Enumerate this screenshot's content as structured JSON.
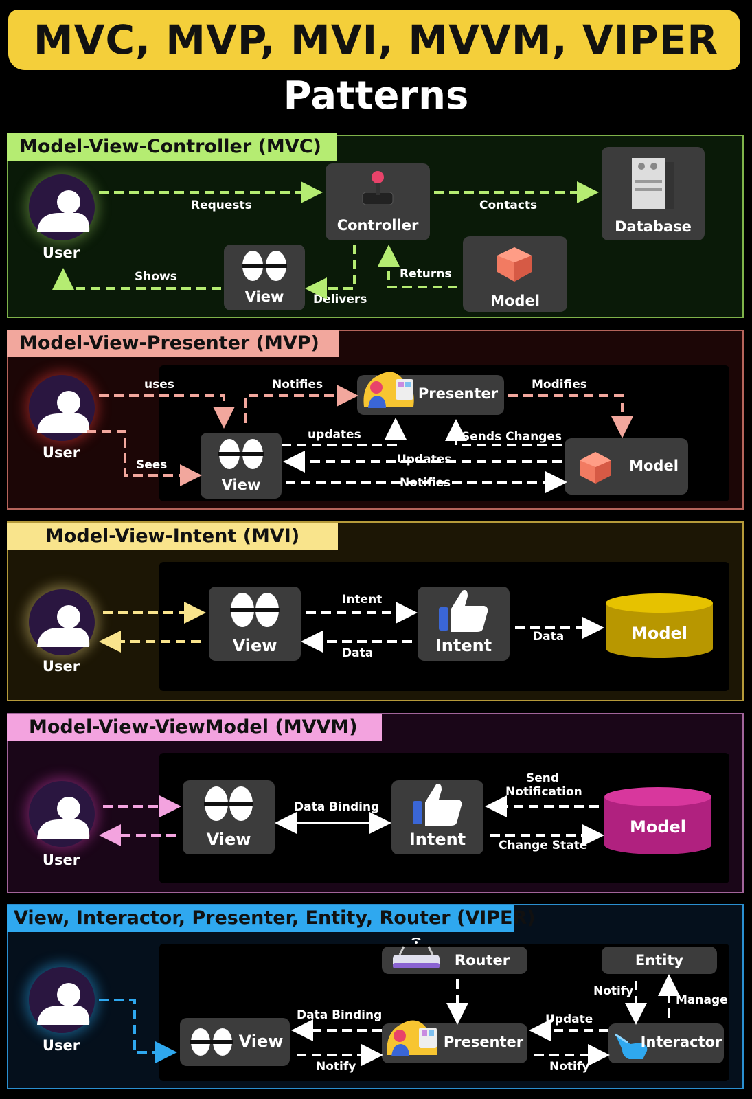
{
  "title": {
    "line1": "MVC, MVP, MVI, MVVM, VIPER",
    "line2": "Patterns"
  },
  "colors": {
    "mvc": "#b5ec72",
    "mvp": "#f2a79d",
    "mvi": "#f9e48c",
    "mvvm": "#f3a3df",
    "viper": "#2fa8ef",
    "banner": "#f4cf3a"
  },
  "mvc": {
    "label": "Model-View-Controller (MVC)",
    "user": "User",
    "controller": "Controller",
    "database": "Database",
    "view": "View",
    "model": "Model",
    "edges": {
      "requests": "Requests",
      "contacts": "Contacts",
      "shows": "Shows",
      "delivers": "Delivers",
      "returns": "Returns"
    }
  },
  "mvp": {
    "label": "Model-View-Presenter (MVP)",
    "user": "User",
    "view": "View",
    "presenter": "Presenter",
    "model": "Model",
    "edges": {
      "uses": "uses",
      "notifies_top": "Notifies",
      "modifies": "Modifies",
      "sees": "Sees",
      "updates_lower": "updates",
      "sends_changes": "Sends Changes",
      "updates": "Updates",
      "notifies": "Notifies"
    }
  },
  "mvi": {
    "label": "Model-View-Intent (MVI)",
    "user": "User",
    "view": "View",
    "intent": "Intent",
    "model": "Model",
    "edges": {
      "intent": "Intent",
      "data_back": "Data",
      "data": "Data"
    }
  },
  "mvvm": {
    "label": "Model-View-ViewModel (MVVM)",
    "user": "User",
    "view": "View",
    "intent": "Intent",
    "model": "Model",
    "edges": {
      "data_binding": "Data Binding",
      "send_notification_1": "Send",
      "send_notification_2": "Notification",
      "change_state": "Change State"
    }
  },
  "viper": {
    "label": "View, Interactor, Presenter, Entity, Router (VIPER)",
    "user": "User",
    "view": "View",
    "router": "Router",
    "entity": "Entity",
    "presenter": "Presenter",
    "interactor": "Interactor",
    "edges": {
      "data_binding": "Data Binding",
      "notify_view": "Notify",
      "update": "Update",
      "notify_interactor": "Notify",
      "notify_entity": "Notify",
      "manage": "Manage"
    }
  },
  "icons": {
    "user": "user-avatar-icon",
    "controller": "joystick-icon",
    "database": "server-icon",
    "view": "eyes-icon",
    "model": "cubes-icon",
    "presenter": "presenter-illustration-icon",
    "intent": "thumbs-up-icon",
    "router": "router-icon",
    "interactor": "pointing-hand-icon"
  }
}
